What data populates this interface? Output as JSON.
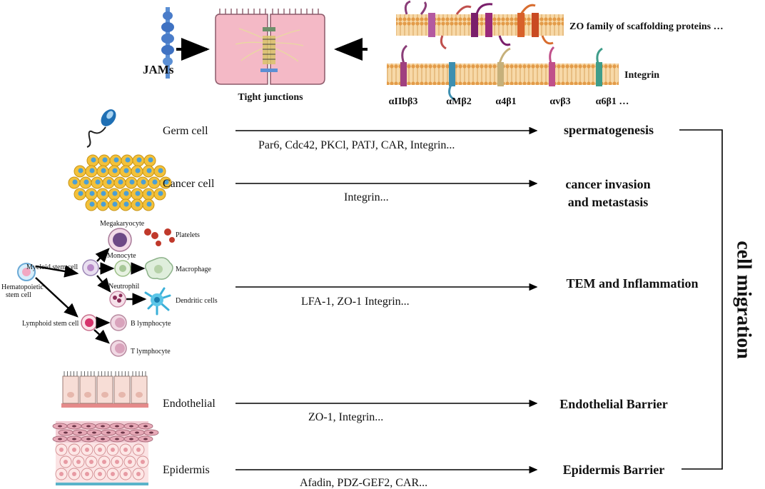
{
  "top": {
    "jams_label": "JAMs",
    "tight_junctions_label": "Tight junctions",
    "zo_label": "ZO family of scaffolding proteins …",
    "integrin_label": "Integrin",
    "integrin_subtypes": [
      "αIIbβ3",
      "αMβ2",
      "α4β1",
      "αvβ3",
      "α6β1 …"
    ]
  },
  "rows": [
    {
      "cell": "Germ cell",
      "molecules": "Par6, Cdc42, PKCl, PATJ, CAR, Integrin...",
      "outcome": [
        "spermatogenesis"
      ]
    },
    {
      "cell": "Cancer cell",
      "molecules": "Integrin...",
      "outcome": [
        "cancer invasion",
        "and metastasis"
      ]
    },
    {
      "cell": "",
      "molecules": "LFA-1, ZO-1  Integrin...",
      "outcome": [
        "TEM and Inflammation"
      ]
    },
    {
      "cell": "Endothelial",
      "molecules": "ZO-1, Integrin...",
      "outcome": [
        "Endothelial Barrier"
      ]
    },
    {
      "cell": "Epidermis",
      "molecules": "Afadin, PDZ-GEF2, CAR...",
      "outcome": [
        "Epidermis Barrier"
      ]
    }
  ],
  "hematopoiesis": {
    "hsc": [
      "Hematopoietic",
      "stem cell"
    ],
    "myeloid": "Myeloid stem cell",
    "lymphoid": "Lymphoid stem cell",
    "megakaryocyte": "Megakaryocyte",
    "platelets": "Platelets",
    "monocyte": "Monocyte",
    "macrophage": "Macrophage",
    "neutrophil": "Neutrophil",
    "dendritic": "Dendritic cells",
    "b_lymphocyte": "B lymphocyte",
    "t_lymphocyte": "T lymphocyte"
  },
  "bracket_label": "cell migration",
  "colors": {
    "membrane": "#f2c98d",
    "membrane_head": "#e8a04a",
    "cell_pink": "#f4b9c6",
    "arrow": "#000000"
  }
}
